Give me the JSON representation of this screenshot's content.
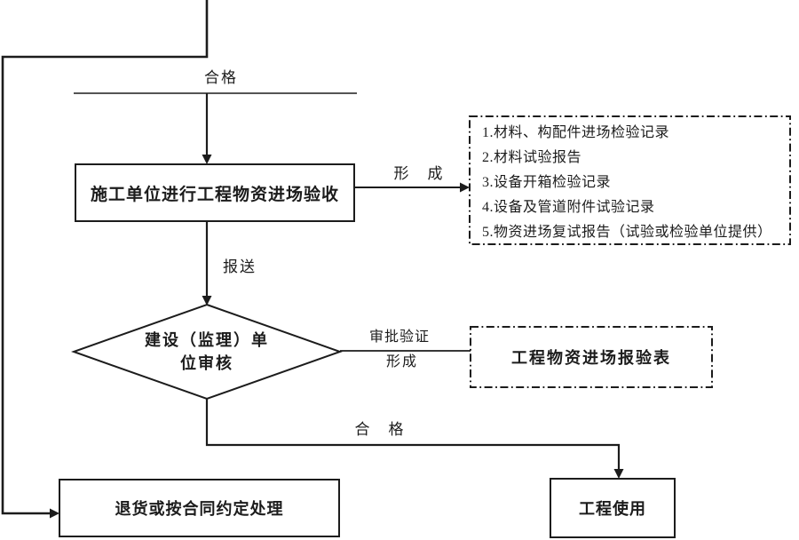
{
  "diagram": {
    "title_hint": "工程物资进场验收流程图",
    "colors": {
      "line": "#1c1c1c",
      "background": "#ffffff",
      "text": "#1c1c1c"
    },
    "labels": {
      "qualified_top": "合格",
      "form_top": "形　成",
      "submit": "报送",
      "approve_verify": "审批验证",
      "form_mid": "形成",
      "qualified_bottom": "合　格"
    },
    "nodes": {
      "acceptance_box": "施工单位进行工程物资进场验收",
      "review_diamond_line1": "建设（监理）单",
      "review_diamond_line2": "位审核",
      "report_form_box": "工程物资进场报验表",
      "return_box": "退货或按合同约定处理",
      "use_box": "工程使用"
    },
    "record_list": {
      "items": [
        "1.材料、构配件进场检验记录",
        "2.材料试验报告",
        "3.设备开箱检验记录",
        "4.设备及管道附件试验记录",
        "5.物资进场复试报告（试验或检验单位提供）"
      ]
    }
  }
}
